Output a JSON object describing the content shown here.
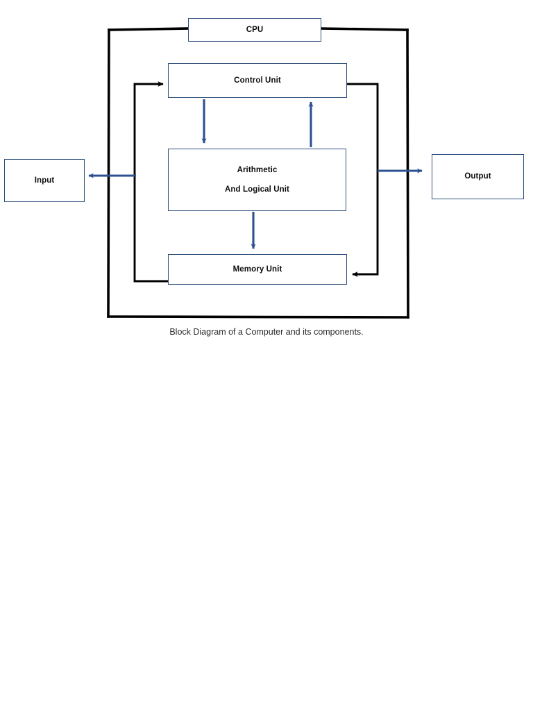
{
  "diagram": {
    "caption": "Block Diagram of a Computer and its components.",
    "colors": {
      "box_border": "#2e4f7c",
      "bus_line": "#000000",
      "data_arrow": "#2e5090",
      "background": "#ffffff",
      "text": "#0d0d0d"
    },
    "nodes": {
      "cpu": {
        "label": "CPU"
      },
      "control_unit": {
        "label": "Control Unit"
      },
      "alu": {
        "label_line1": "Arithmetic",
        "label_line2": "And Logical Unit"
      },
      "memory_unit": {
        "label": "Memory Unit"
      },
      "input": {
        "label": "Input"
      },
      "output": {
        "label": "Output"
      }
    },
    "connections": [
      {
        "id": "memory-to-control",
        "from": "memory_unit",
        "to": "control_unit",
        "style": "black-bus",
        "arrowhead": "right"
      },
      {
        "id": "control-to-memory",
        "from": "control_unit",
        "to": "memory_unit",
        "style": "black-bus",
        "arrowhead": "left"
      },
      {
        "id": "control-to-alu",
        "from": "control_unit",
        "to": "alu",
        "style": "blue-arrow",
        "arrowhead": "down"
      },
      {
        "id": "alu-to-control",
        "from": "alu",
        "to": "control_unit",
        "style": "blue-arrow",
        "arrowhead": "up"
      },
      {
        "id": "alu-to-memory",
        "from": "alu",
        "to": "memory_unit",
        "style": "blue-arrow",
        "arrowhead": "down"
      },
      {
        "id": "cpu-to-input",
        "from": "cpu",
        "to": "input",
        "style": "blue-arrow",
        "arrowhead": "left"
      },
      {
        "id": "cpu-to-output",
        "from": "cpu",
        "to": "output",
        "style": "blue-arrow",
        "arrowhead": "right"
      }
    ]
  }
}
